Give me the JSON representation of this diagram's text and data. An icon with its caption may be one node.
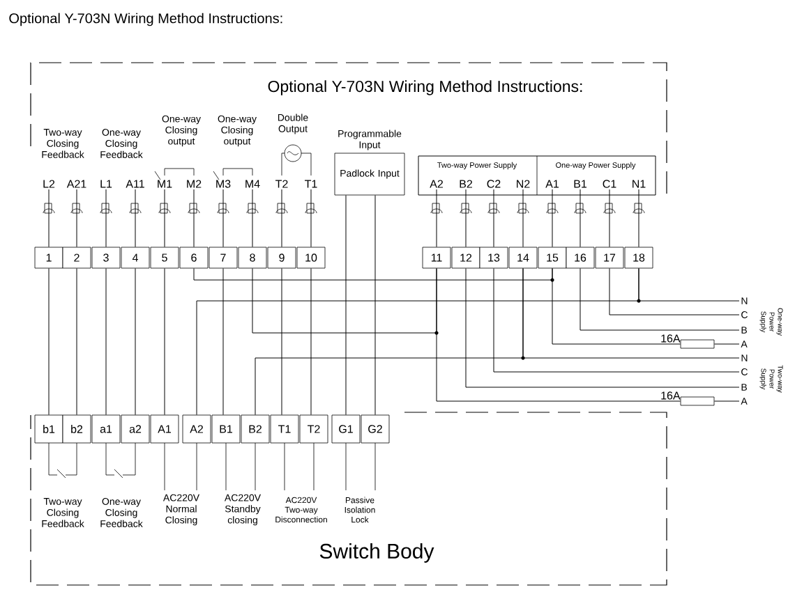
{
  "diagram": {
    "title": "Optional Y-703N Wiring Method Instructions:",
    "nodes": [
      {
        "text": [
          "Padlock Input"
        ],
        "beside": [
          "Programmable Input"
        ]
      },
      {
        "text": [
          "1"
        ]
      },
      {
        "text": [
          "2"
        ]
      },
      {
        "text": [
          "3"
        ]
      },
      {
        "text": [
          "4"
        ]
      },
      {
        "text": [
          "5"
        ]
      },
      {
        "text": [
          "6"
        ]
      },
      {
        "text": [
          "7"
        ]
      },
      {
        "text": [
          "8"
        ]
      },
      {
        "text": [
          "9"
        ]
      },
      {
        "text": [
          "10"
        ]
      },
      {
        "text": [
          "11"
        ]
      },
      {
        "text": [
          "12"
        ]
      },
      {
        "text": [
          "13"
        ]
      },
      {
        "text": [
          "14"
        ]
      },
      {
        "text": [
          "15"
        ]
      },
      {
        "text": [
          "16"
        ]
      },
      {
        "text": [
          "17"
        ]
      },
      {
        "text": [
          "18"
        ]
      },
      {
        "text": [
          "b1"
        ]
      },
      {
        "text": [
          "b2"
        ]
      },
      {
        "text": [
          "a1"
        ]
      },
      {
        "text": [
          "a2"
        ]
      },
      {
        "text": [
          "A1"
        ]
      },
      {
        "text": [
          "A2"
        ]
      },
      {
        "text": [
          "B1"
        ]
      },
      {
        "text": [
          "B2"
        ]
      },
      {
        "text": [
          "T1"
        ]
      },
      {
        "text": [
          "T2"
        ]
      },
      {
        "text": [
          "G1"
        ]
      },
      {
        "text": [
          "G2"
        ]
      },
      {
        "text": [
          "N"
        ]
      },
      {
        "text": [
          "C"
        ]
      },
      {
        "text": [
          "B"
        ]
      },
      {
        "text": [
          "A"
        ]
      },
      {
        "text": [
          "N"
        ]
      },
      {
        "text": [
          "C"
        ]
      },
      {
        "text": [
          "B"
        ]
      },
      {
        "text": [
          "A"
        ]
      },
      {
        "text": [],
        "shape": "box",
        "beside": [
          "16A"
        ]
      },
      {
        "text": [],
        "shape": "box",
        "beside": [
          "16A"
        ]
      },
      {
        "text": [
          "L2"
        ]
      },
      {
        "text": [
          "A21"
        ]
      },
      {
        "text": [
          "L1"
        ]
      },
      {
        "text": [
          "A11"
        ]
      },
      {
        "text": [
          "M1"
        ]
      },
      {
        "text": [
          "M2"
        ]
      },
      {
        "text": [
          "M3"
        ]
      },
      {
        "text": [
          "M4"
        ]
      },
      {
        "text": [
          "T2"
        ]
      },
      {
        "text": [
          "T1"
        ]
      },
      {
        "text": [
          "A2"
        ]
      },
      {
        "text": [
          "B2"
        ]
      },
      {
        "text": [
          "C2"
        ]
      },
      {
        "text": [
          "N2"
        ]
      },
      {
        "text": [
          "A1"
        ]
      },
      {
        "text": [
          "B1"
        ]
      },
      {
        "text": [
          "C1"
        ]
      },
      {
        "text": [
          "N1"
        ]
      }
    ],
    "edges": [
      {
        "from": 1,
        "to": 19,
        "arrow": "none"
      },
      {
        "from": 2,
        "to": 20,
        "arrow": "none"
      },
      {
        "from": 3,
        "to": 21,
        "arrow": "none"
      },
      {
        "from": 4,
        "to": 22,
        "arrow": "none"
      },
      {
        "from": 5,
        "to": 23,
        "arrow": "none"
      },
      {
        "from": 6,
        "to": 15,
        "arrow": "none"
      },
      {
        "from": 24,
        "to": 18,
        "arrow": "none"
      },
      {
        "from": 7,
        "to": 25,
        "arrow": "none"
      },
      {
        "from": 8,
        "to": 11,
        "arrow": "none"
      },
      {
        "from": 26,
        "to": 14,
        "arrow": "none"
      },
      {
        "from": 9,
        "to": 27,
        "arrow": "none"
      },
      {
        "from": 10,
        "to": 28,
        "arrow": "none"
      },
      {
        "from": 0,
        "to": 29,
        "arrow": "none"
      },
      {
        "from": 0,
        "to": 30,
        "arrow": "none"
      },
      {
        "from": 18,
        "to": 31,
        "arrow": "none"
      },
      {
        "from": 17,
        "to": 32,
        "arrow": "none"
      },
      {
        "from": 16,
        "to": 33,
        "arrow": "none"
      },
      {
        "from": 15,
        "to": 39,
        "arrow": "none"
      },
      {
        "from": 39,
        "to": 34,
        "arrow": "none"
      },
      {
        "from": 14,
        "to": 35,
        "arrow": "none"
      },
      {
        "from": 13,
        "to": 36,
        "arrow": "none"
      },
      {
        "from": 12,
        "to": 37,
        "arrow": "none"
      },
      {
        "from": 11,
        "to": 40,
        "arrow": "none"
      },
      {
        "from": 40,
        "to": 38,
        "arrow": "none"
      },
      {
        "from": 41,
        "to": 1,
        "arrow": "none"
      },
      {
        "from": 42,
        "to": 2,
        "arrow": "none"
      },
      {
        "from": 43,
        "to": 3,
        "arrow": "none"
      },
      {
        "from": 44,
        "to": 4,
        "arrow": "none"
      },
      {
        "from": 45,
        "to": 5,
        "arrow": "none"
      },
      {
        "from": 46,
        "to": 6,
        "arrow": "none"
      },
      {
        "from": 47,
        "to": 7,
        "arrow": "none"
      },
      {
        "from": 48,
        "to": 8,
        "arrow": "none"
      },
      {
        "from": 49,
        "to": 9,
        "arrow": "none"
      },
      {
        "from": 50,
        "to": 10,
        "arrow": "none"
      },
      {
        "from": 51,
        "to": 11,
        "arrow": "none"
      },
      {
        "from": 52,
        "to": 12,
        "arrow": "none"
      },
      {
        "from": 53,
        "to": 13,
        "arrow": "none"
      },
      {
        "from": 54,
        "to": 14,
        "arrow": "none"
      },
      {
        "from": 55,
        "to": 15,
        "arrow": "none"
      },
      {
        "from": 56,
        "to": 16,
        "arrow": "none"
      },
      {
        "from": 57,
        "to": 17,
        "arrow": "none"
      },
      {
        "from": 58,
        "to": 18,
        "arrow": "none"
      }
    ],
    "labels": [
      "Optional Y-703N Wiring Method Instructions:",
      "Two-way Closing Feedback",
      "One-way Closing Feedback",
      "One-way Closing output",
      "One-way Closing output",
      "Double Output",
      "Two-way Power Supply",
      "One-way Power Supply",
      "One-way Power Supply",
      "Two-way Power Supply",
      "Two-way Closing Feedback",
      "One-way Closing Feedback",
      "AC220V Normal Closing",
      "AC220V Standby closing",
      "AC220V Two-way Disconnection",
      "Passive Isolation Lock",
      "Switch Body"
    ]
  }
}
